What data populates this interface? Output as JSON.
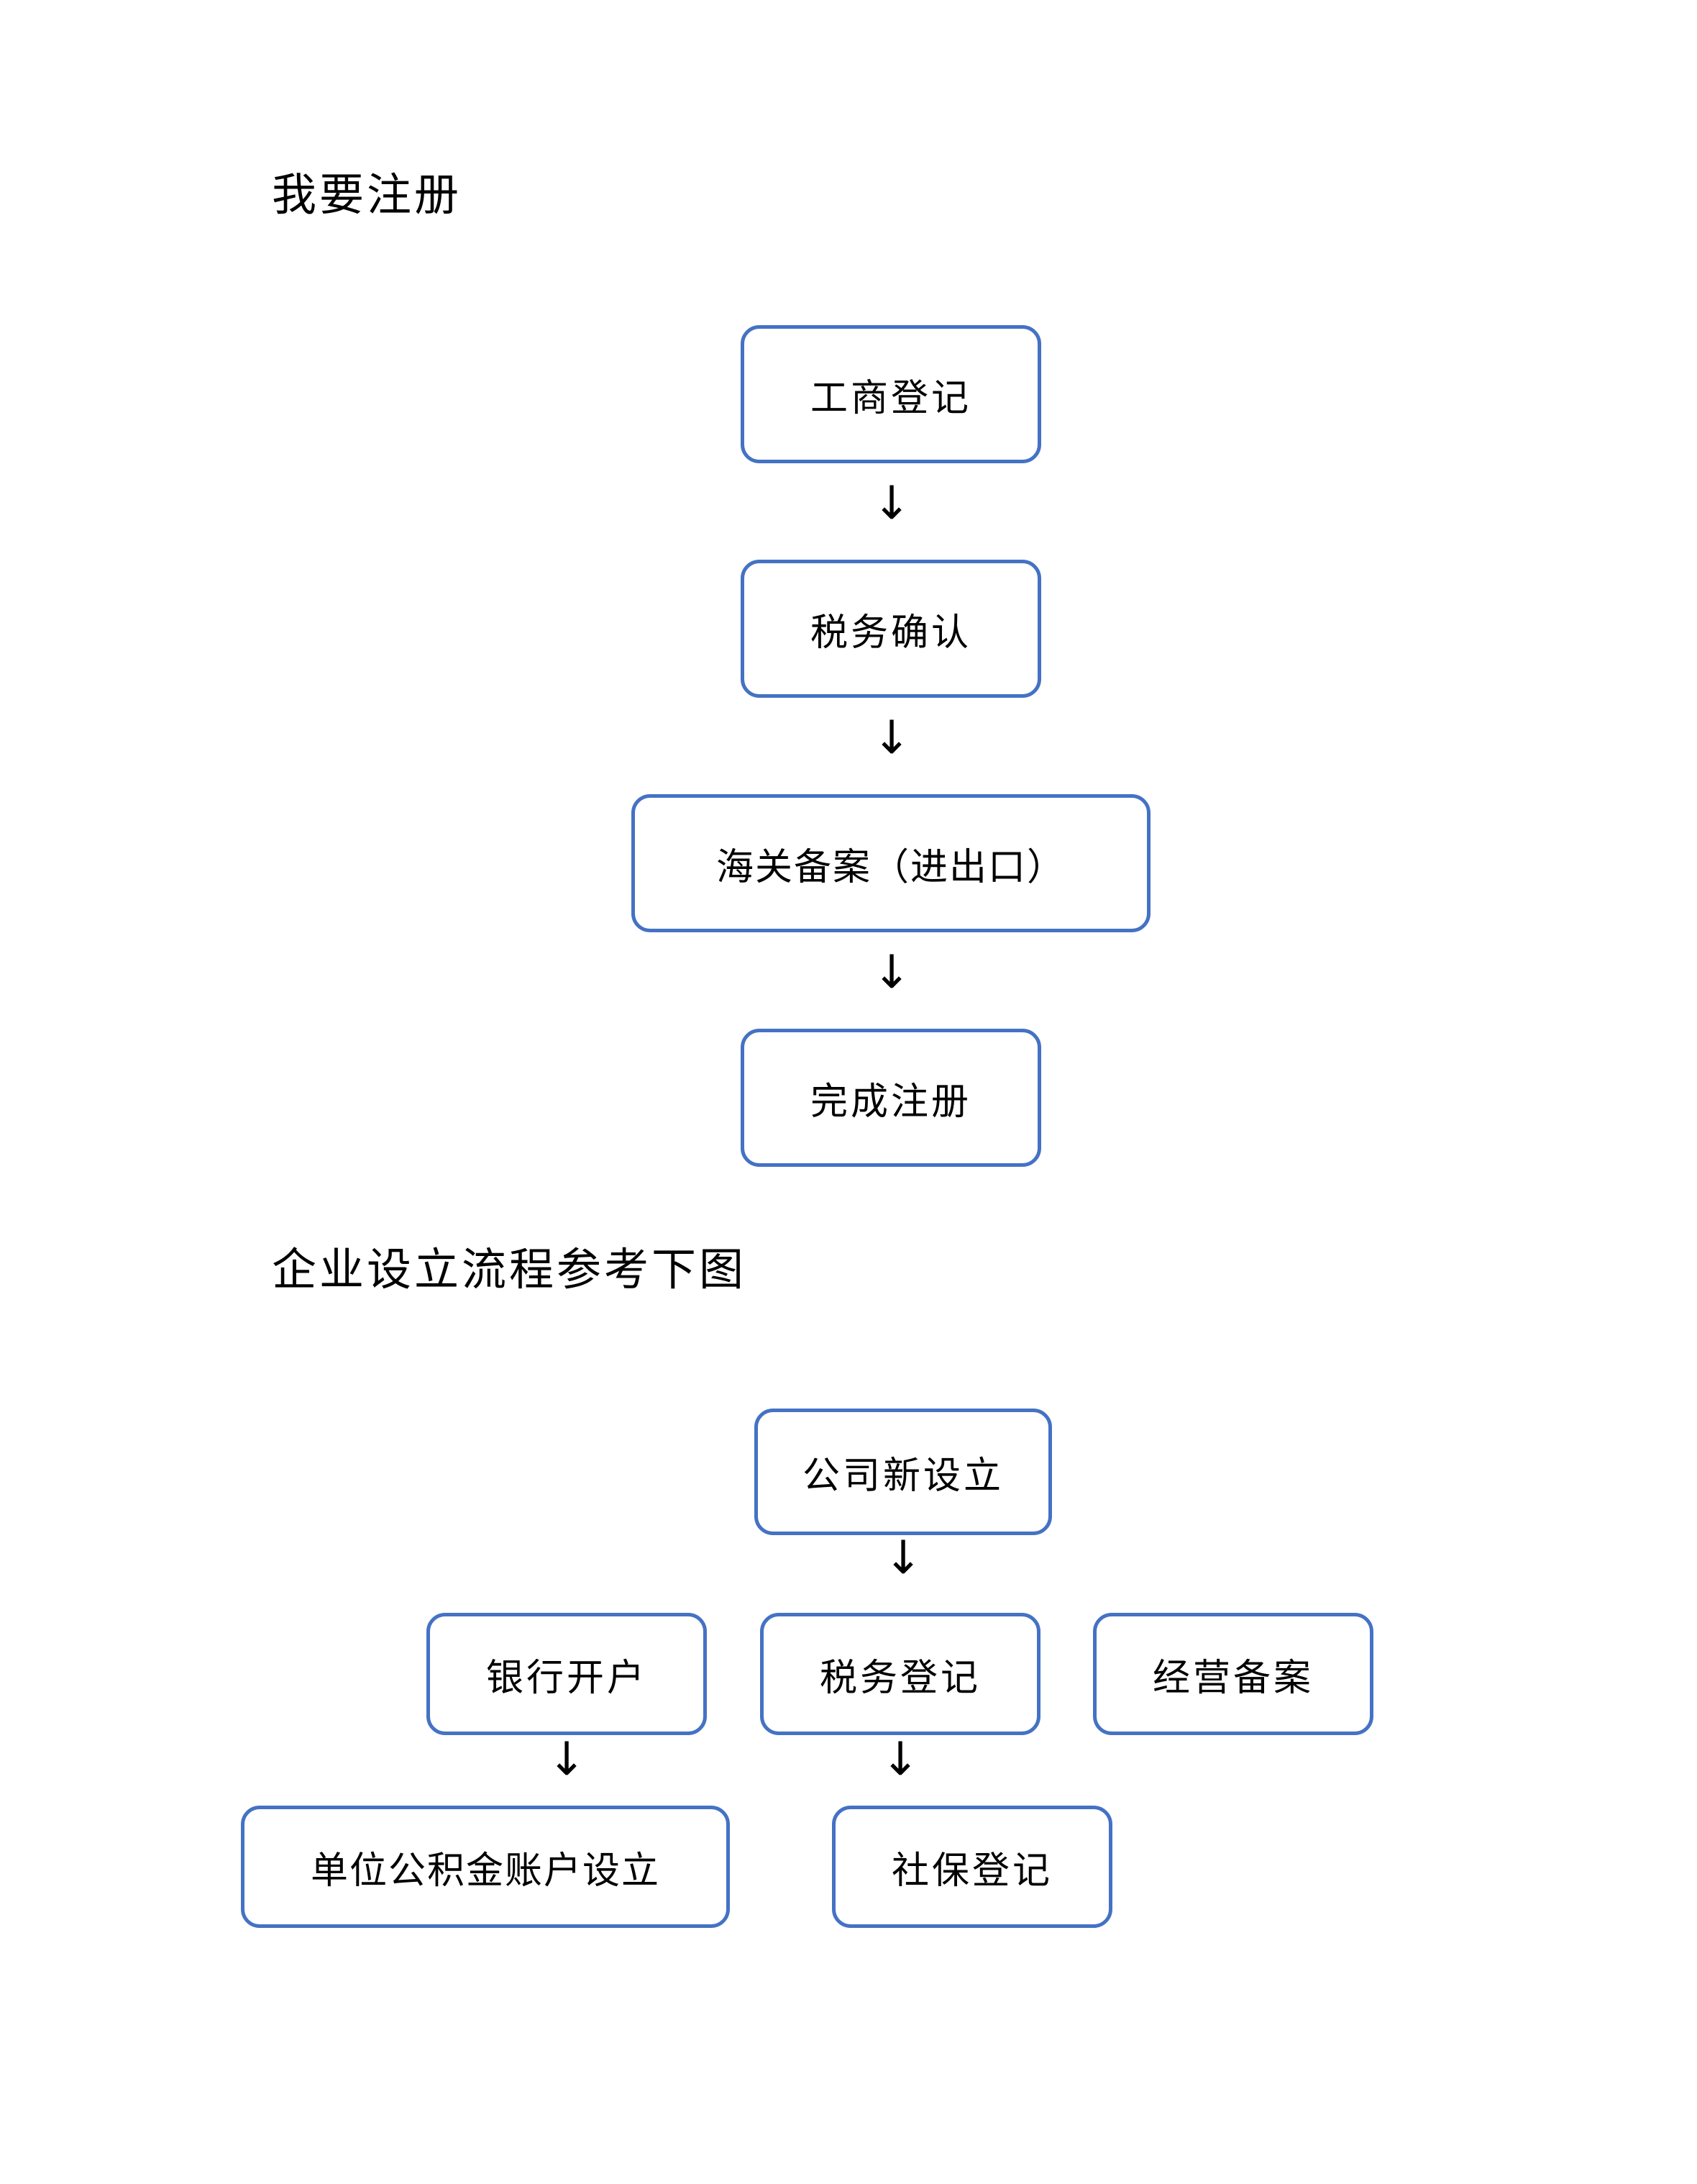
{
  "document": {
    "background_color": "#ffffff",
    "text_color": "#000000",
    "box_border_color": "#4472c4"
  },
  "section_register": {
    "heading": "我要注册",
    "flow": {
      "type": "vertical-flowchart",
      "nodes": [
        {
          "id": "gongshang",
          "label": "工商登记"
        },
        {
          "id": "shuiwu",
          "label": "税务确认"
        },
        {
          "id": "haiguan",
          "label": "海关备案（进出口）"
        },
        {
          "id": "wancheng",
          "label": "完成注册"
        }
      ],
      "connectors": [
        {
          "from": "gongshang",
          "to": "shuiwu",
          "glyph": "↓"
        },
        {
          "from": "shuiwu",
          "to": "haiguan",
          "glyph": "↓"
        },
        {
          "from": "haiguan",
          "to": "wancheng",
          "glyph": "↓"
        }
      ]
    }
  },
  "section_setup": {
    "heading": "企业设立流程参考下图",
    "flow": {
      "type": "tree-flowchart",
      "nodes": [
        {
          "id": "gongsi",
          "label": "公司新设立"
        },
        {
          "id": "yinhang",
          "label": "银行开户"
        },
        {
          "id": "shuiwudj",
          "label": "税务登记"
        },
        {
          "id": "jingying",
          "label": "经营备案"
        },
        {
          "id": "gongjijin",
          "label": "单位公积金账户设立"
        },
        {
          "id": "shebao",
          "label": "社保登记"
        }
      ],
      "connectors": [
        {
          "from": "gongsi",
          "to": "shuiwudj",
          "glyph": "↓"
        },
        {
          "from": "yinhang",
          "to": "gongjijin",
          "glyph": "↓"
        },
        {
          "from": "shuiwudj",
          "to": "shebao",
          "glyph": "↓"
        }
      ]
    }
  }
}
